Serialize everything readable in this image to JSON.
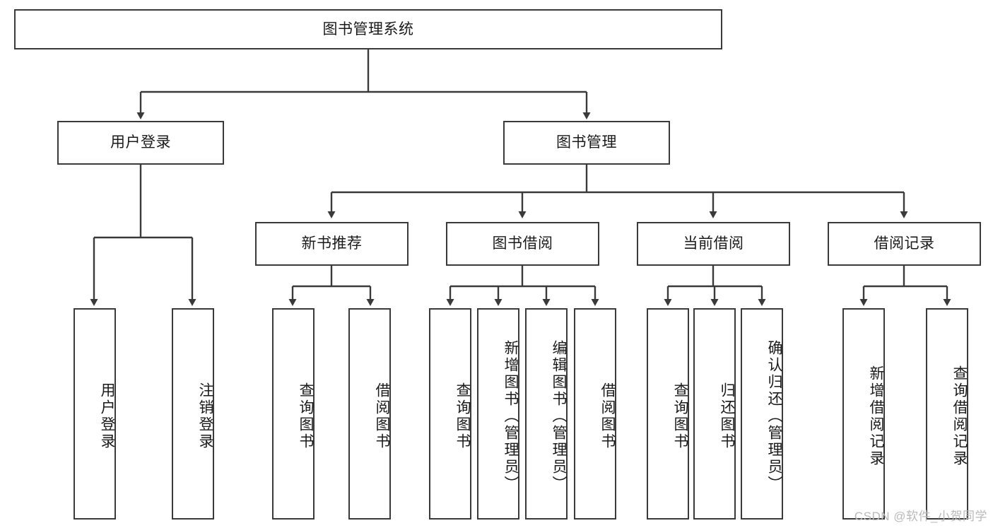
{
  "diagram": {
    "type": "tree-hierarchy",
    "title": "图书管理系统",
    "watermark": "CSDN @软件_小贺同学",
    "colors": {
      "stroke": "#3a3a3a",
      "box_fill": "#ffffff",
      "text": "#1a1a1a",
      "watermark": "#b9b9b9",
      "background": "#ffffff"
    },
    "root": {
      "id": "root",
      "label": "图书管理系统",
      "orientation": "horizontal"
    },
    "level1": [
      {
        "id": "user-login",
        "label": "用户登录",
        "orientation": "horizontal"
      },
      {
        "id": "book-manage",
        "label": "图书管理",
        "orientation": "horizontal"
      }
    ],
    "level2": [
      {
        "id": "new-book-recommend",
        "label": "新书推荐",
        "orientation": "horizontal",
        "parent": "book-manage"
      },
      {
        "id": "book-borrow",
        "label": "图书借阅",
        "orientation": "horizontal",
        "parent": "book-manage"
      },
      {
        "id": "current-borrow",
        "label": "当前借阅",
        "orientation": "horizontal",
        "parent": "book-manage"
      },
      {
        "id": "borrow-record",
        "label": "借阅记录",
        "orientation": "horizontal",
        "parent": "book-manage"
      }
    ],
    "leaves": [
      {
        "id": "leaf-user-login",
        "label": "用户登录",
        "parent": "user-login",
        "orientation": "vertical"
      },
      {
        "id": "leaf-logout-login",
        "label": "注销登录",
        "parent": "user-login",
        "orientation": "vertical"
      },
      {
        "id": "leaf-query-book-1",
        "label": "查询图书",
        "parent": "new-book-recommend",
        "orientation": "vertical"
      },
      {
        "id": "leaf-borrow-book-1",
        "label": "借阅图书",
        "parent": "new-book-recommend",
        "orientation": "vertical"
      },
      {
        "id": "leaf-query-book-2",
        "label": "查询图书",
        "parent": "book-borrow",
        "orientation": "vertical"
      },
      {
        "id": "leaf-add-book",
        "label": "新增图书（管理员）",
        "parent": "book-borrow",
        "orientation": "vertical"
      },
      {
        "id": "leaf-edit-book",
        "label": "编辑图书（管理员）",
        "parent": "book-borrow",
        "orientation": "vertical"
      },
      {
        "id": "leaf-borrow-book-2",
        "label": "借阅图书",
        "parent": "book-borrow",
        "orientation": "vertical"
      },
      {
        "id": "leaf-query-book-3",
        "label": "查询图书",
        "parent": "current-borrow",
        "orientation": "vertical"
      },
      {
        "id": "leaf-return-book",
        "label": "归还图书",
        "parent": "current-borrow",
        "orientation": "vertical"
      },
      {
        "id": "leaf-confirm-return",
        "label": "确认归还（管理员）",
        "parent": "current-borrow",
        "orientation": "vertical"
      },
      {
        "id": "leaf-add-record",
        "label": "新增借阅记录",
        "parent": "borrow-record",
        "orientation": "vertical"
      },
      {
        "id": "leaf-query-record",
        "label": "查询借阅记录",
        "parent": "borrow-record",
        "orientation": "vertical"
      }
    ]
  }
}
